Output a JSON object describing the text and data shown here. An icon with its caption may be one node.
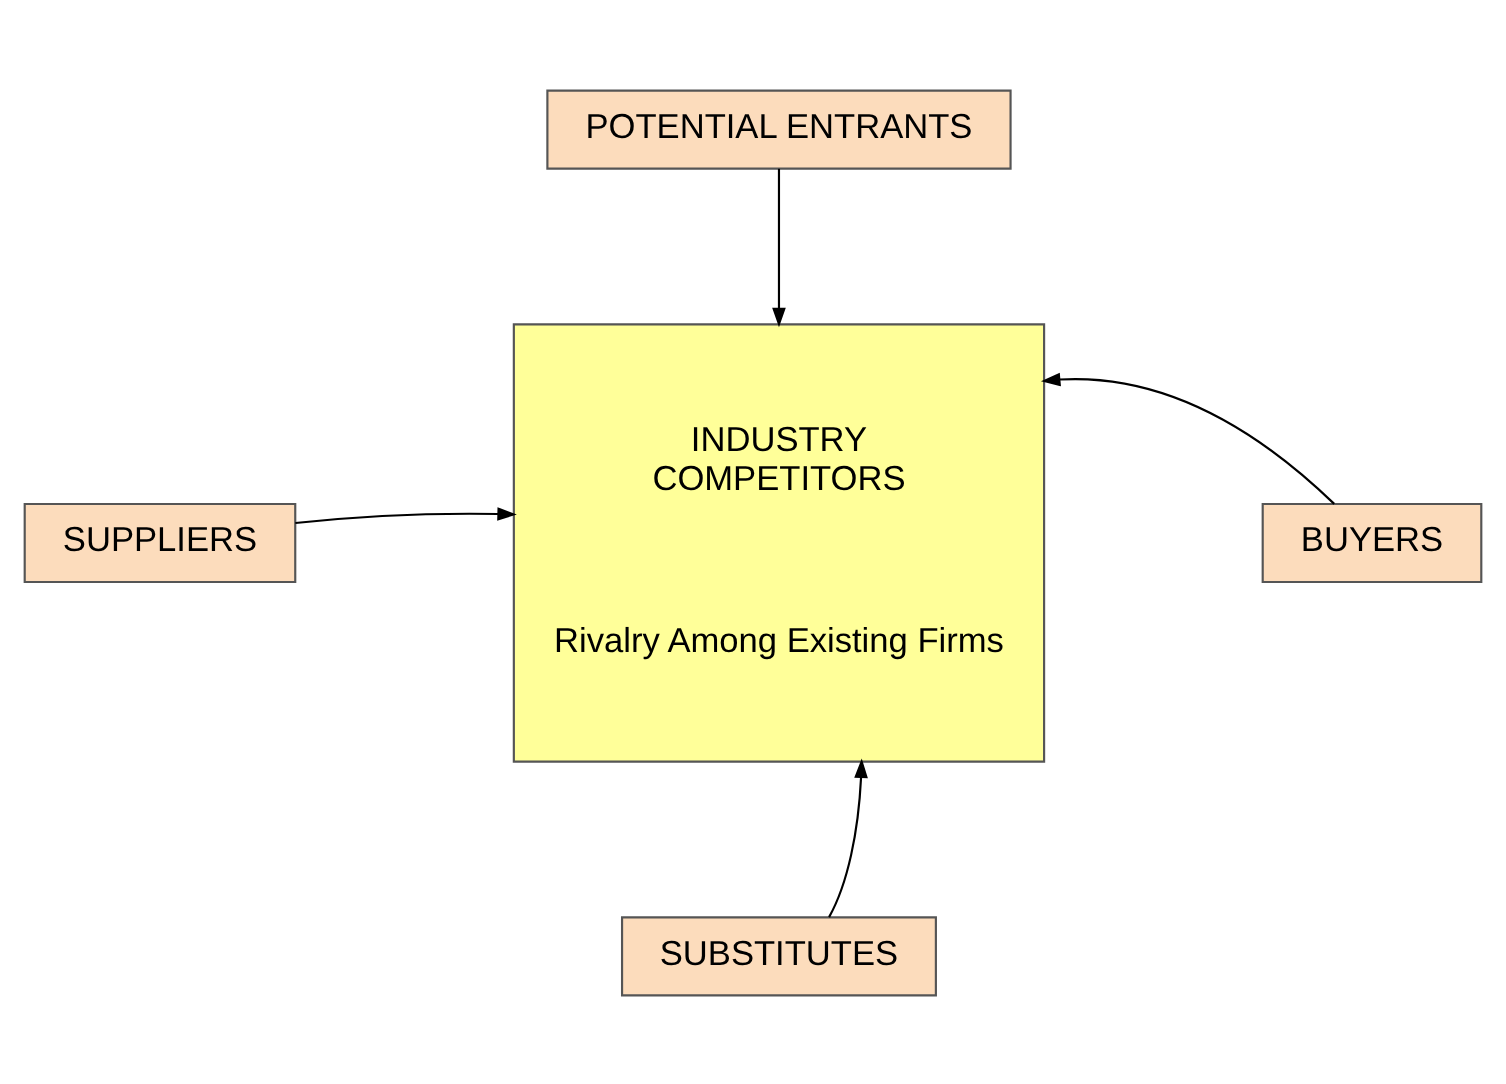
{
  "diagram": {
    "nodes": [
      {
        "text": [
          "POTENTIAL ENTRANTS"
        ]
      },
      {
        "text": [
          "INDUSTRY COMPETITORS",
          "Rivalry Among Existing Firms"
        ]
      },
      {
        "text": [
          "SUPPLIERS"
        ]
      },
      {
        "text": [
          "BUYERS"
        ]
      },
      {
        "text": [
          "SUBSTITUTES"
        ]
      }
    ],
    "edges": [
      {
        "from": 0,
        "to": 1,
        "arrow": "to"
      },
      {
        "from": 2,
        "to": 1,
        "arrow": "to"
      },
      {
        "from": 3,
        "to": 1,
        "arrow": "to"
      },
      {
        "from": 4,
        "to": 1,
        "arrow": "to"
      }
    ]
  }
}
